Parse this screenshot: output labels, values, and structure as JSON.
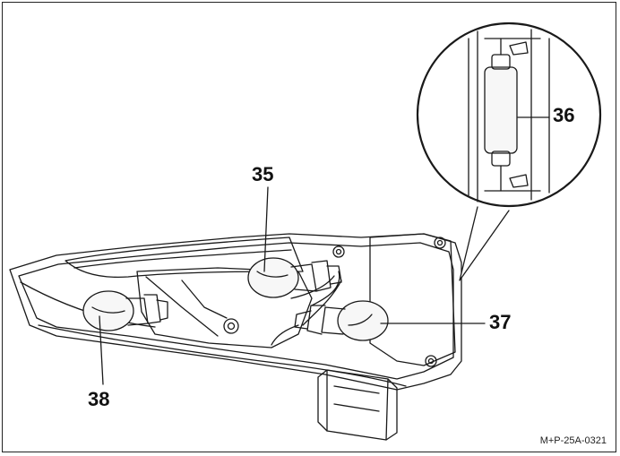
{
  "callouts": {
    "c35": "35",
    "c36": "36",
    "c37": "37",
    "c38": "38"
  },
  "reference_code": "M+P-25A-0321",
  "colors": {
    "line": "#1a1a1a",
    "fill": "#ffffff",
    "bulb": "#f7f7f7"
  }
}
